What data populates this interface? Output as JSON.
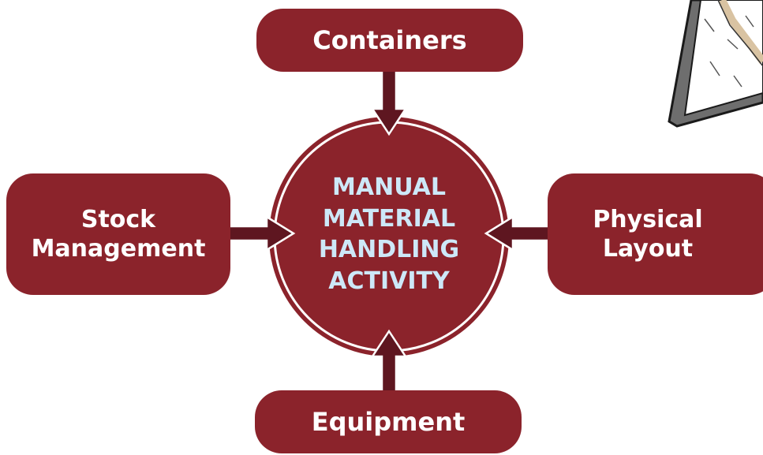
{
  "center": {
    "line1": "MANUAL",
    "line2": "MATERIAL",
    "line3": "HANDLING",
    "line4": "ACTIVITY"
  },
  "boxes": {
    "top": "Containers",
    "left_line1": "Stock",
    "left_line2": "Management",
    "right_line1": "Physical",
    "right_line2": "Layout",
    "bottom": "Equipment"
  },
  "colors": {
    "box_fill": "#8b232b",
    "arrow_fill": "#5e1620",
    "center_text": "#cde8f8"
  },
  "decoration": {
    "icon": "framed-picture-icon"
  }
}
